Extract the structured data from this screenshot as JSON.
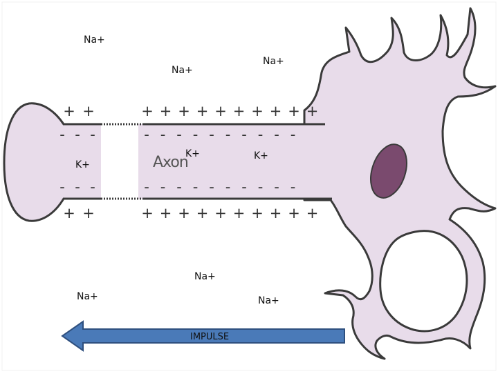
{
  "diagram": {
    "axon_label": "Axon",
    "impulse_label": "IMPULSE",
    "ion_labels": {
      "na_top_left": "Na+",
      "na_top_mid": "Na+",
      "na_top_right": "Na+",
      "na_bottom_mid": "Na+",
      "na_bottom_left": "Na+",
      "na_bottom_right": "Na+",
      "k_left": "K+",
      "k_mid": "K+",
      "k_right": "K+"
    },
    "signs": {
      "plus": "+",
      "minus": "-"
    },
    "colors": {
      "membrane_fill": "#e8dcea",
      "outline": "#3a3a3a",
      "nucleus": "#7a4a6e",
      "arrow": "#4a7ab8",
      "arrow_stroke": "#2e4f7e"
    }
  }
}
